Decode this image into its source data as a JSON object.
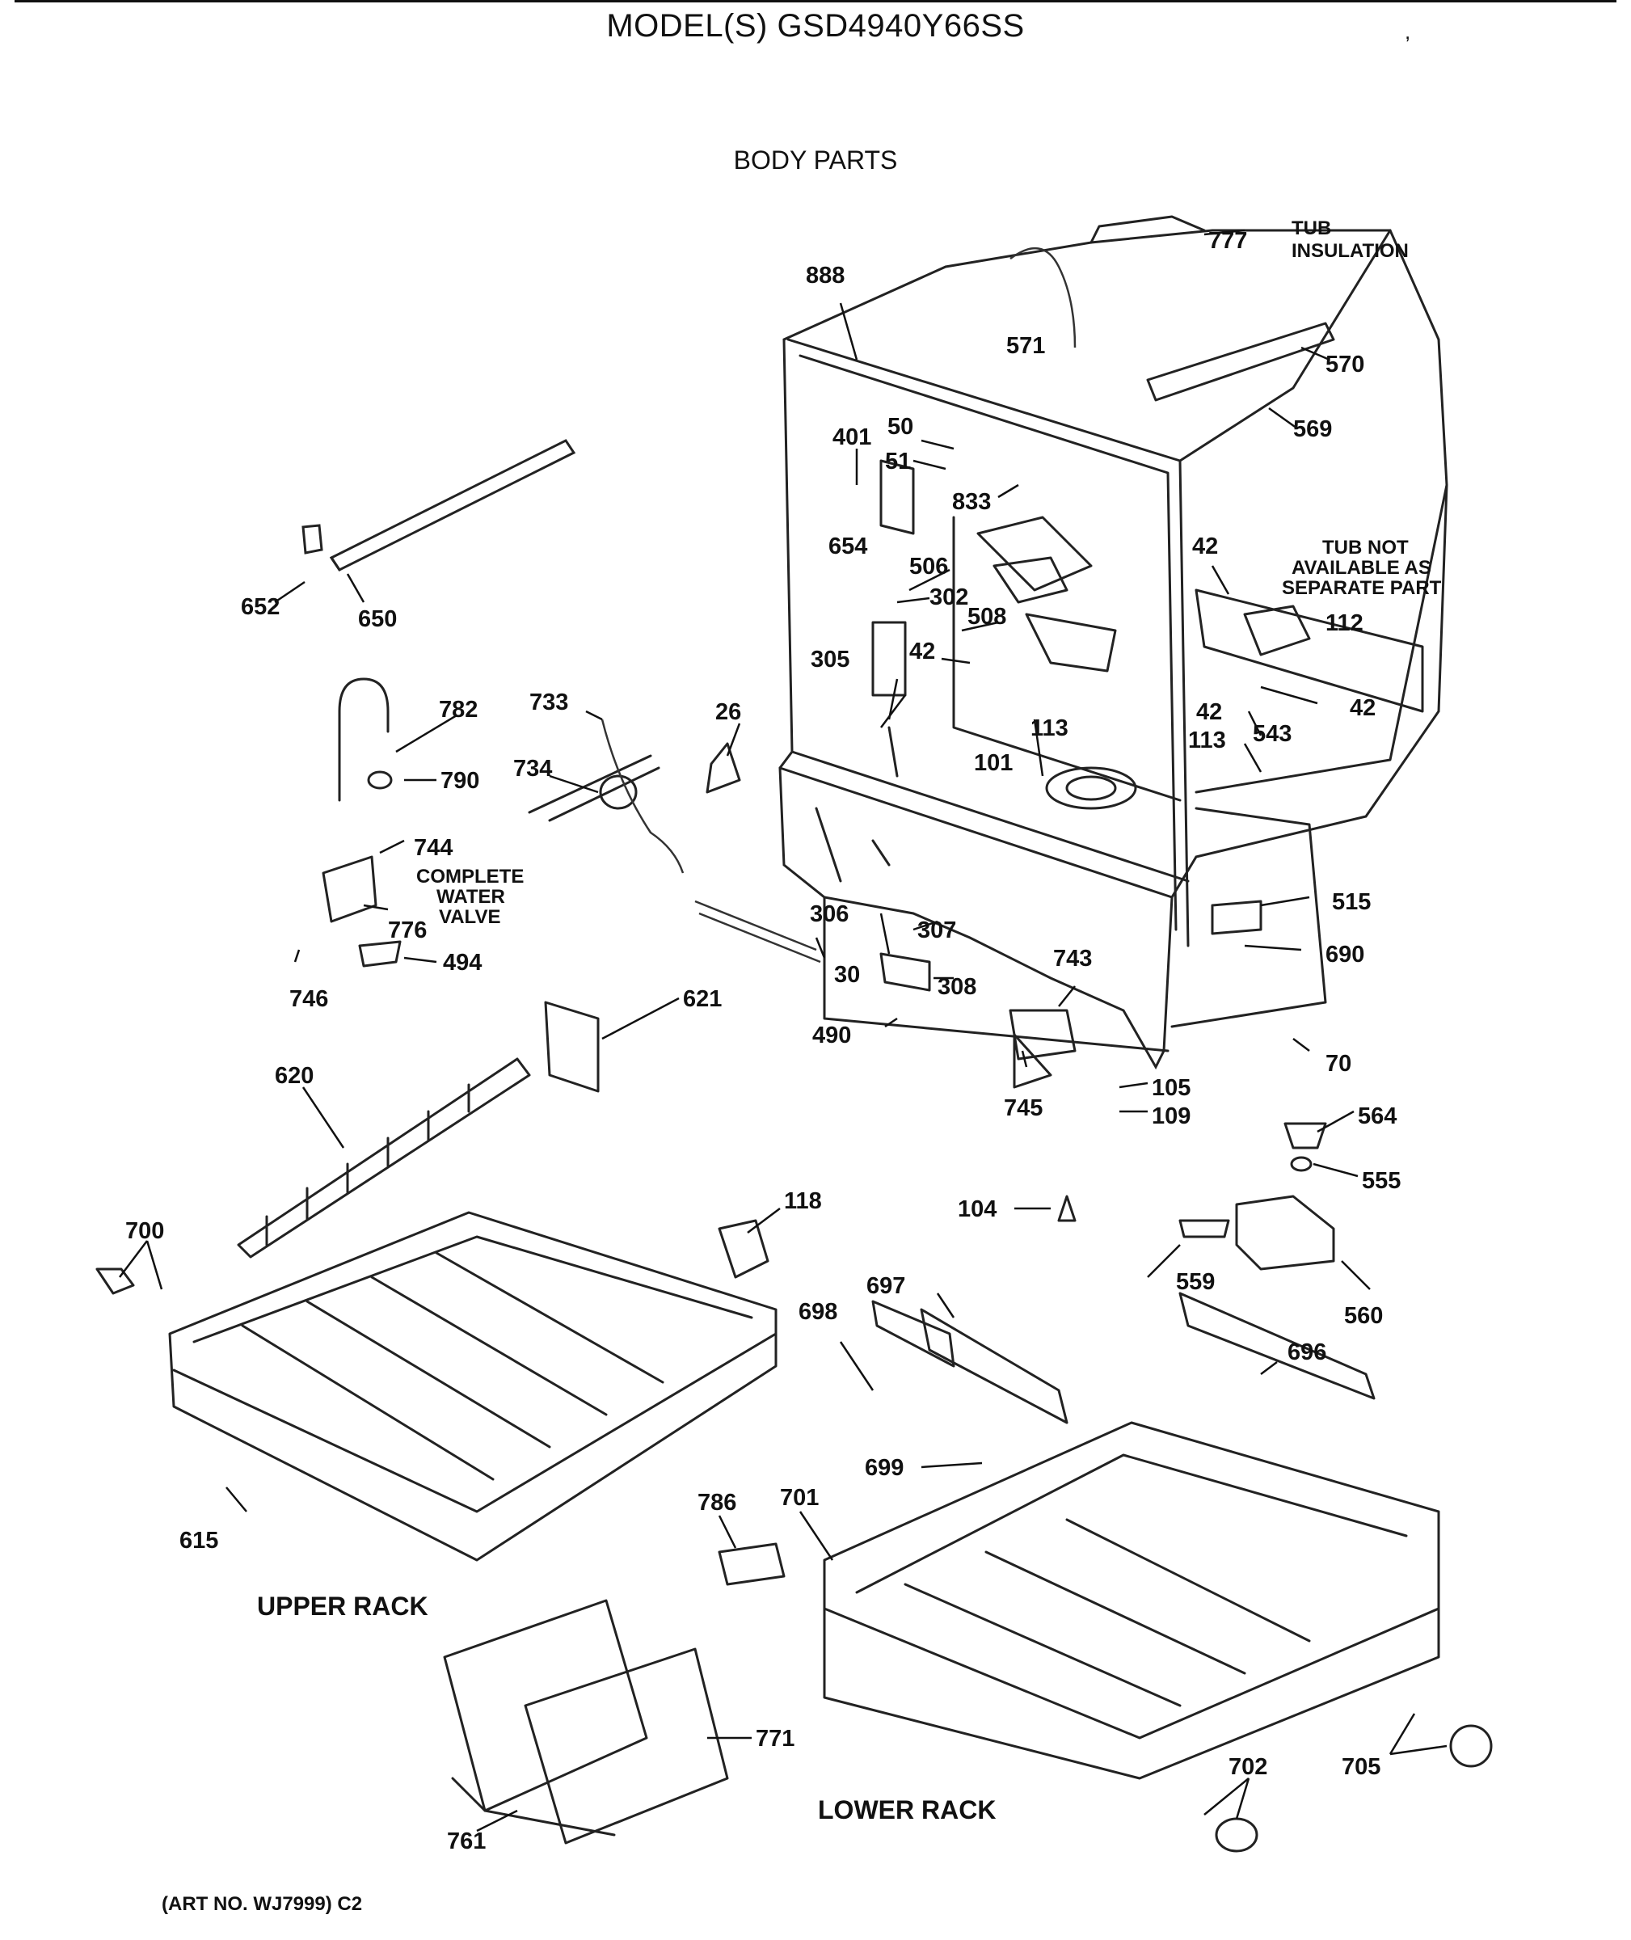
{
  "header": {
    "model": "MODEL(S) GSD4940Y66SS",
    "section": "BODY PARTS",
    "stray_mark": ","
  },
  "footer": {
    "art_no": "(ART NO. WJ7999) C2"
  },
  "notes": {
    "tub_insulation_line1": "TUB",
    "tub_insulation_line2": "INSULATION",
    "tub_not_line1": "TUB NOT",
    "tub_not_line2": "AVAILABLE AS",
    "tub_not_line3": "SEPARATE PART",
    "water_valve_line1": "COMPLETE",
    "water_valve_line2": "WATER",
    "water_valve_line3": "VALVE"
  },
  "sections": {
    "upper_rack": "UPPER RACK",
    "lower_rack": "LOWER RACK"
  },
  "callouts": [
    {
      "id": "c777",
      "label": "777"
    },
    {
      "id": "c888",
      "label": "888"
    },
    {
      "id": "c571",
      "label": "571"
    },
    {
      "id": "c570",
      "label": "570"
    },
    {
      "id": "c569",
      "label": "569"
    },
    {
      "id": "c401",
      "label": "401"
    },
    {
      "id": "c50",
      "label": "50"
    },
    {
      "id": "c51",
      "label": "51"
    },
    {
      "id": "c833",
      "label": "833"
    },
    {
      "id": "c654",
      "label": "654"
    },
    {
      "id": "c506",
      "label": "506"
    },
    {
      "id": "c302",
      "label": "302"
    },
    {
      "id": "c508",
      "label": "508"
    },
    {
      "id": "c305",
      "label": "305"
    },
    {
      "id": "c42a",
      "label": "42"
    },
    {
      "id": "c42b",
      "label": "42"
    },
    {
      "id": "c42c",
      "label": "42"
    },
    {
      "id": "c42d",
      "label": "42"
    },
    {
      "id": "c112",
      "label": "112"
    },
    {
      "id": "c113a",
      "label": "113"
    },
    {
      "id": "c113b",
      "label": "113"
    },
    {
      "id": "c543",
      "label": "543"
    },
    {
      "id": "c101",
      "label": "101"
    },
    {
      "id": "c26",
      "label": "26"
    },
    {
      "id": "c652",
      "label": "652"
    },
    {
      "id": "c650",
      "label": "650"
    },
    {
      "id": "c782",
      "label": "782"
    },
    {
      "id": "c790",
      "label": "790"
    },
    {
      "id": "c733",
      "label": "733"
    },
    {
      "id": "c734",
      "label": "734"
    },
    {
      "id": "c744",
      "label": "744"
    },
    {
      "id": "c776",
      "label": "776"
    },
    {
      "id": "c746",
      "label": "746"
    },
    {
      "id": "c494",
      "label": "494"
    },
    {
      "id": "c306",
      "label": "306"
    },
    {
      "id": "c307",
      "label": "307"
    },
    {
      "id": "c30",
      "label": "30"
    },
    {
      "id": "c308",
      "label": "308"
    },
    {
      "id": "c490",
      "label": "490"
    },
    {
      "id": "c621",
      "label": "621"
    },
    {
      "id": "c743",
      "label": "743"
    },
    {
      "id": "c745",
      "label": "745"
    },
    {
      "id": "c515",
      "label": "515"
    },
    {
      "id": "c690",
      "label": "690"
    },
    {
      "id": "c70",
      "label": "70"
    },
    {
      "id": "c105",
      "label": "105"
    },
    {
      "id": "c109",
      "label": "109"
    },
    {
      "id": "c564",
      "label": "564"
    },
    {
      "id": "c555",
      "label": "555"
    },
    {
      "id": "c620",
      "label": "620"
    },
    {
      "id": "c700",
      "label": "700"
    },
    {
      "id": "c118",
      "label": "118"
    },
    {
      "id": "c104",
      "label": "104"
    },
    {
      "id": "c559",
      "label": "559"
    },
    {
      "id": "c560",
      "label": "560"
    },
    {
      "id": "c697",
      "label": "697"
    },
    {
      "id": "c698",
      "label": "698"
    },
    {
      "id": "c696",
      "label": "696"
    },
    {
      "id": "c699",
      "label": "699"
    },
    {
      "id": "c615",
      "label": "615"
    },
    {
      "id": "c786",
      "label": "786"
    },
    {
      "id": "c701",
      "label": "701"
    },
    {
      "id": "c771",
      "label": "771"
    },
    {
      "id": "c761",
      "label": "761"
    },
    {
      "id": "c702",
      "label": "702"
    },
    {
      "id": "c705",
      "label": "705"
    }
  ]
}
